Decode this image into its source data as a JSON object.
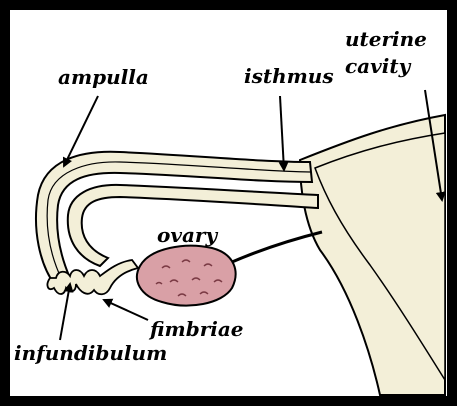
{
  "diagram": {
    "labels": {
      "ampulla": "ampulla",
      "isthmus": "isthmus",
      "uterine_line1": "uterine",
      "uterine_line2": "cavity",
      "ovary": "ovary",
      "fimbriae": "fimbriae",
      "infundibulum": "infundibulum"
    },
    "colors": {
      "frame": "#000000",
      "tube_fill": "#f3efd8",
      "outline": "#000000",
      "ovary_fill": "#d9a0a6",
      "ovary_spots": "#7a3a44",
      "background": "#ffffff"
    }
  }
}
